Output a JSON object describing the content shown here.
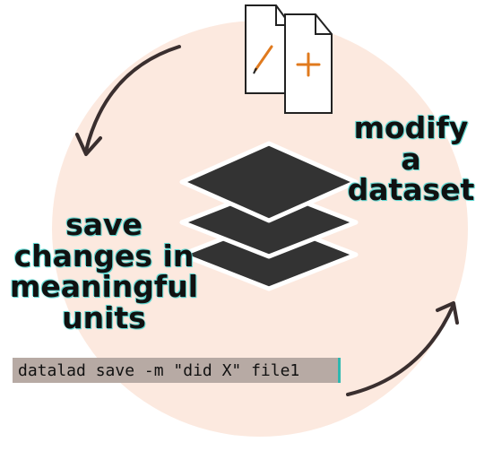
{
  "colors": {
    "circle_fill": "#fce9df",
    "layer_fill": "#333333",
    "arrow_stroke": "#3a2f2f",
    "pencil": "#e07a1e",
    "plus": "#e07a1e",
    "command_bg": "#b7aaa4",
    "text_halo": "#5fd6d0"
  },
  "icons": [
    "file-edit-icon",
    "file-add-icon",
    "dataset-layers-icon",
    "cycle-arrow-icon"
  ],
  "labels": {
    "modify": "modify\na dataset",
    "save": "save\nchanges in\nmeaningful\nunits",
    "command": "datalad save -m \"did X\" file1"
  }
}
